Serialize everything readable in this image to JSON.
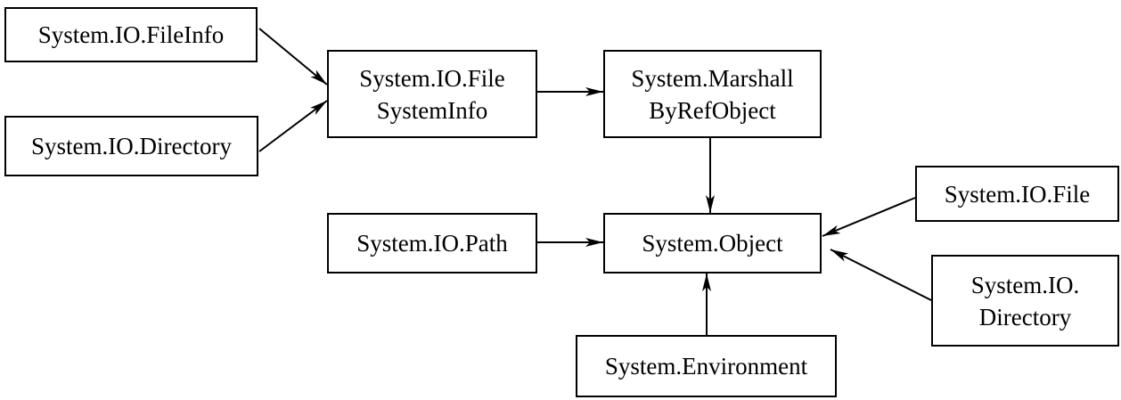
{
  "diagram": {
    "nodes": {
      "fileinfo": {
        "lines": [
          "System.IO.FileInfo"
        ]
      },
      "directory": {
        "lines": [
          "System.IO.Directory"
        ]
      },
      "filesysteminfo": {
        "lines": [
          "System.IO.File",
          "SystemInfo"
        ]
      },
      "marshalbyref": {
        "lines": [
          "System.Marshall",
          "ByRefObject"
        ]
      },
      "path": {
        "lines": [
          "System.IO.Path"
        ]
      },
      "object": {
        "lines": [
          "System.Object"
        ]
      },
      "file": {
        "lines": [
          "System.IO.File"
        ]
      },
      "directory_static": {
        "lines": [
          "System.IO.",
          "Directory"
        ]
      },
      "environment": {
        "lines": [
          "System.Environment"
        ]
      }
    },
    "edges": [
      {
        "from": "fileinfo",
        "to": "filesysteminfo"
      },
      {
        "from": "directory",
        "to": "filesysteminfo"
      },
      {
        "from": "filesysteminfo",
        "to": "marshalbyref"
      },
      {
        "from": "marshalbyref",
        "to": "object"
      },
      {
        "from": "path",
        "to": "object"
      },
      {
        "from": "file",
        "to": "object"
      },
      {
        "from": "directory_static",
        "to": "object"
      },
      {
        "from": "environment",
        "to": "object"
      }
    ],
    "colors": {
      "stroke": "#000000",
      "background": "#ffffff"
    }
  }
}
